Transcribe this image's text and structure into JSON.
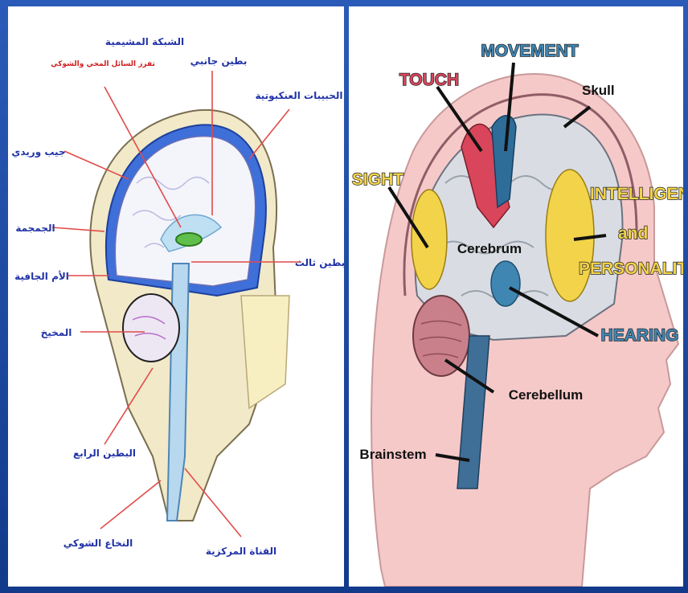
{
  "left_diagram": {
    "labels": {
      "pituitary_top": "الشبكة المشيمية",
      "pituitary_sub": "تفرز السائل المخي والشوكي",
      "lateral_ventricle": "بطين جانبي",
      "arachnoid": "الحبيبات العنكبوتية",
      "sinus": "جيب وريدي",
      "skull": "الجمجمة",
      "dura": "الأم الجافية",
      "third_ventricle": "بطين ثالث",
      "cerebellum": "المخيخ",
      "fourth_ventricle": "البطين الرابع",
      "spinal_cord": "النخاع الشوكي",
      "central_canal": "القناة المركزية"
    }
  },
  "right_diagram": {
    "labels": {
      "touch": "TOUCH",
      "movement": "MOVEMENT",
      "skull": "Skull",
      "sight": "SIGHT",
      "intelligence": "INTELLIGENCE",
      "and": "and",
      "personality": "PERSONALITY",
      "cerebrum": "Cerebrum",
      "hearing": "HEARING",
      "cerebellum": "Cerebellum",
      "brainstem": "Brainstem"
    },
    "colors": {
      "touch": "#d9455a",
      "movement": "#2f6d99",
      "sight": "#f2d34a",
      "hearing": "#3f86b3",
      "skin": "#f6c9c9",
      "brain": "#d9dde3"
    }
  }
}
